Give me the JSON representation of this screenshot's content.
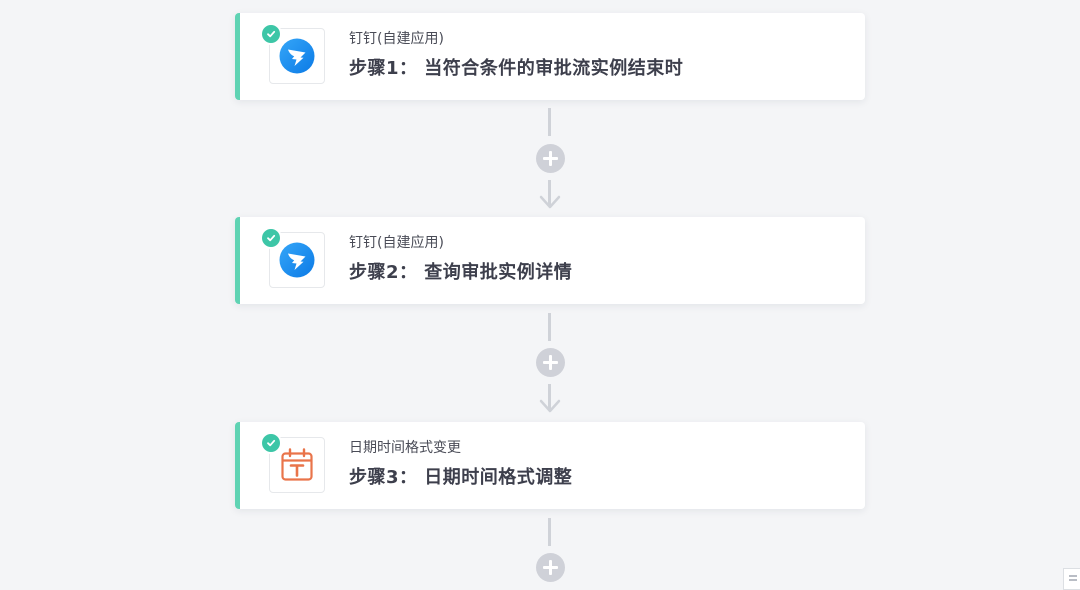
{
  "steps": [
    {
      "app_name": "钉钉(自建应用)",
      "title": "步骤1： 当符合条件的审批流实例结束时",
      "icon": "dingtalk-icon",
      "status": "completed"
    },
    {
      "app_name": "钉钉(自建应用)",
      "title": "步骤2： 查询审批实例详情",
      "icon": "dingtalk-icon",
      "status": "completed"
    },
    {
      "app_name": "日期时间格式变更",
      "title": "步骤3： 日期时间格式调整",
      "icon": "calendar-format-icon",
      "status": "completed"
    }
  ],
  "colors": {
    "accent_bar": "#5fd3b3",
    "check_badge": "#3dc6a7",
    "dingtalk_blue": "#1a8ef3",
    "calendar_orange": "#e9744a",
    "connector_gray": "#cfd2d8",
    "background": "#f4f5f7"
  }
}
